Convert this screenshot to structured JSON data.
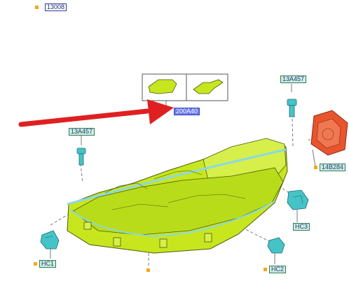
{
  "labels": {
    "main_part": "13008",
    "bulb_holder": "200A40",
    "bolt_left": "13A457",
    "bolt_right": "13A457",
    "module": "14B284",
    "clip_hc1": "HC1",
    "clip_hc2": "HC2",
    "clip_hc3": "HC3"
  },
  "colors": {
    "housing": "#c8e61e",
    "lens_edge": "#8ad8e6",
    "fastener": "#45c4c8",
    "module": "#e8542e",
    "arrow": "#e02020",
    "marker": "#f2a81c"
  }
}
